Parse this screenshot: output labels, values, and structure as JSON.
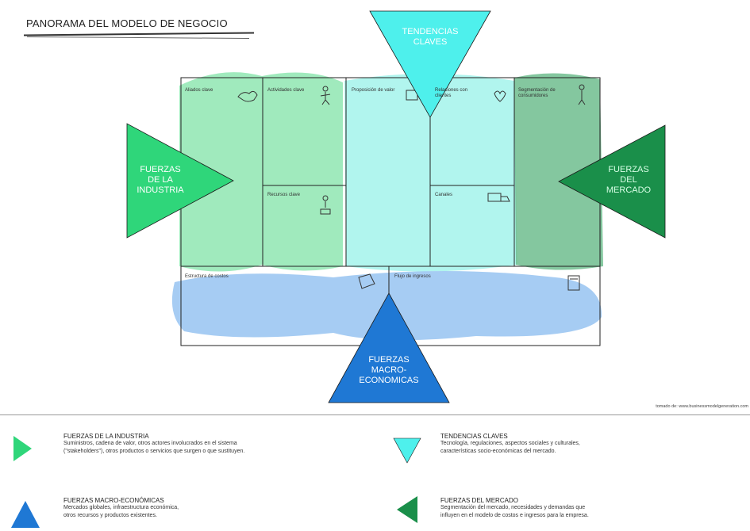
{
  "title": "PANORAMA DEL MODELO DE NEGOCIO",
  "canvas": {
    "key_partners": "Aliados clave",
    "key_activities": "Actividades clave",
    "value_proposition": "Proposición de valor",
    "customer_relationships": "Relaciones con clientes",
    "customer_segments": "Segmentación de consumidores",
    "key_resources": "Recursos clave",
    "channels": "Canales",
    "cost_structure": "Estructura de costos",
    "revenue_streams": "Flujo de ingresos"
  },
  "triangles": {
    "industry": {
      "line1": "FUERZAS",
      "line2": "DE LA",
      "line3": "INDUSTRIA",
      "color": "#2fd67a"
    },
    "key_trends": {
      "line1": "TENDENCIAS",
      "line2": "CLAVES",
      "color": "#4ef0ec"
    },
    "market": {
      "line1": "FUERZAS",
      "line2": "DEL",
      "line3": "MERCADO",
      "color": "#1a8f4a"
    },
    "macro": {
      "line1": "FUERZAS",
      "line2": "MACRO-",
      "line3": "ECONOMICAS",
      "color": "#1f78d4"
    }
  },
  "credit": "tomado de: www.businessmodelgeneration.com",
  "legend": [
    {
      "title": "FUERZAS DE LA INDUSTRIA",
      "line1": "Suministros, cadena de valor, otros actores involucrados en el sistema",
      "line2": "(\"stakeholders\"), otros productos o servicios que surgen o que sustituyen."
    },
    {
      "title": "TENDENCIAS CLAVES",
      "line1": "Tecnología, regulaciones, aspectos sociales y culturales,",
      "line2": "características socio-económicas del mercado."
    },
    {
      "title": "FUERZAS MACRO-ECONÓMICAS",
      "line1": "Mercados globales, infraestructura económica,",
      "line2": "otros recursos y productos existentes."
    },
    {
      "title": "FUERZAS DEL MERCADO",
      "line1": "Segmentación del mercado, necesidades y demandas que",
      "line2": "influyen en el modelo de costos e ingresos para la empresa."
    }
  ]
}
